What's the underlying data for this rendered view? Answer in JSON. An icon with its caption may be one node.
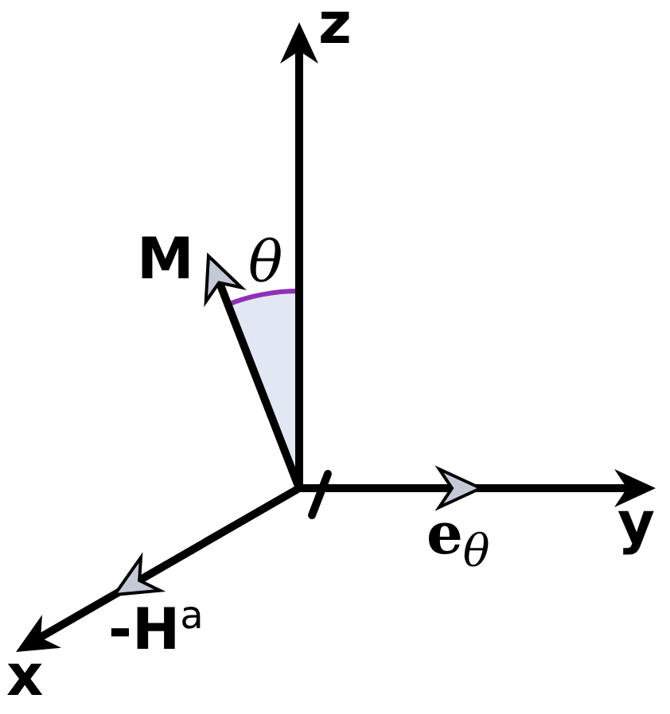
{
  "diagram": {
    "nodes": [
      {
        "text": [],
        "shape": "wedge"
      }
    ],
    "labels": [
      "z",
      "M",
      "θ",
      "**e**$_{θ}$",
      "y",
      "-H$^{a}$",
      "x"
    ]
  }
}
